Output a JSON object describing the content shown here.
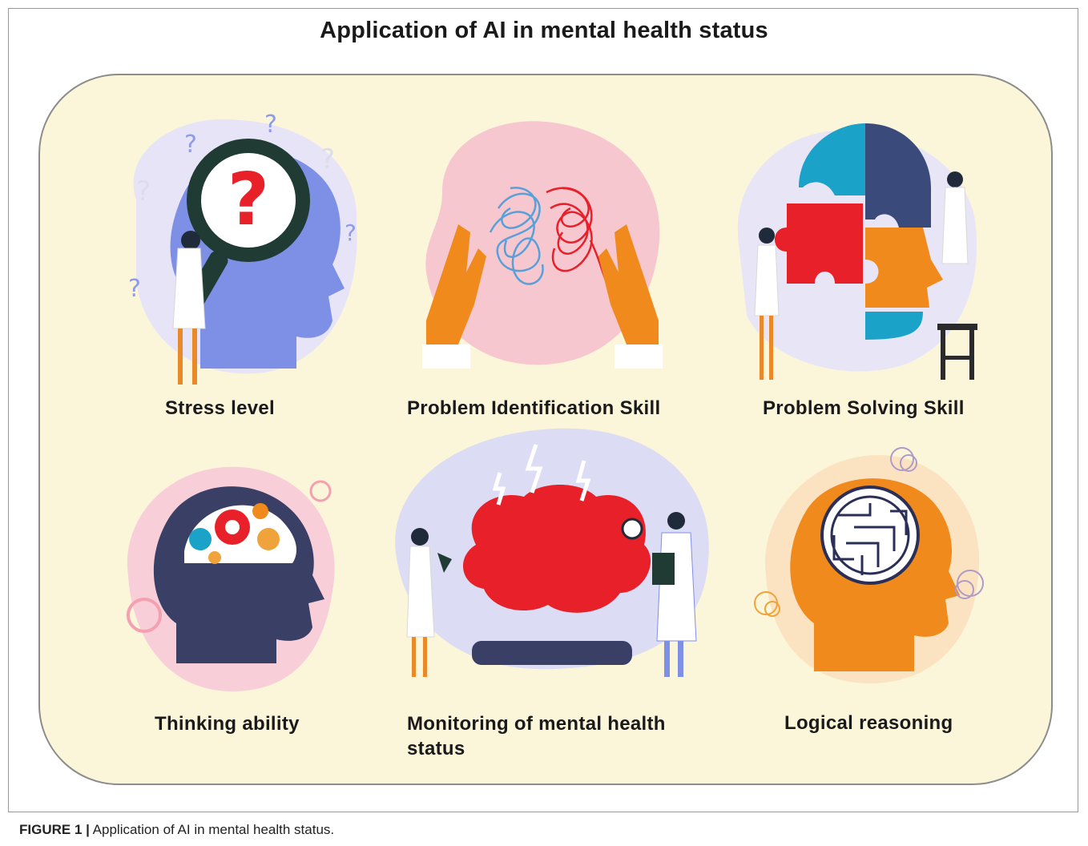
{
  "title": "Application of AI in mental health status",
  "items": [
    {
      "label": "Stress level",
      "icon": "magnifier-question-head-icon"
    },
    {
      "label": "Problem Identification  Skill",
      "icon": "tangled-thread-hands-icon"
    },
    {
      "label": "Problem Solving Skill",
      "icon": "puzzle-head-icon"
    },
    {
      "label": "Thinking ability",
      "icon": "gears-head-icon"
    },
    {
      "label": "Monitoring of mental health\nstatus",
      "icon": "brain-monitor-icon"
    },
    {
      "label": "Logical reasoning",
      "icon": "maze-head-icon"
    }
  ],
  "caption": {
    "prefix": "FIGURE 1 |",
    "text": " Application of AI in mental health status."
  },
  "colors": {
    "panel_bg": "#fbf6d9",
    "accent_red": "#e8202a",
    "accent_orange": "#f08a1c",
    "accent_blue": "#7e8fe6",
    "accent_navy": "#3a3f66"
  }
}
